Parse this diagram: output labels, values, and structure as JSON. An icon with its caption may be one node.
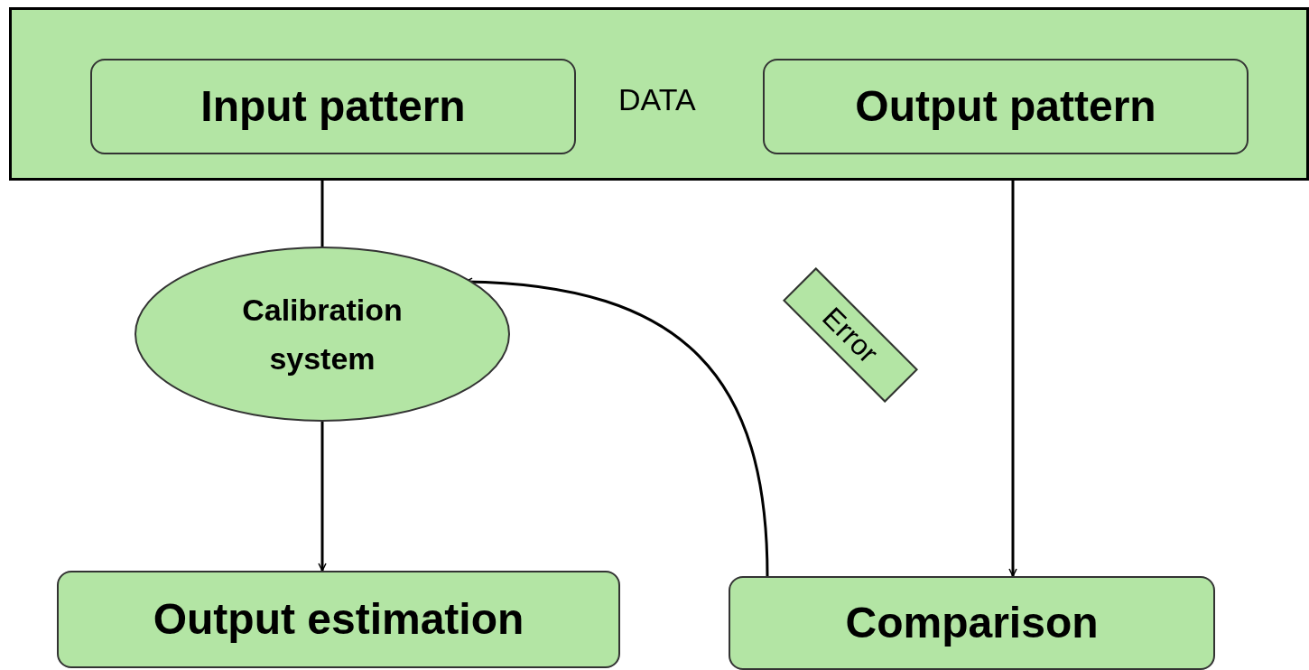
{
  "diagram": {
    "nodes": [
      {
        "text": [
          "DATA"
        ]
      },
      {
        "text": [
          "Input pattern"
        ],
        "in": 0
      },
      {
        "text": [
          "Output pattern"
        ],
        "in": 0
      },
      {
        "text": [
          "Calibration system"
        ]
      },
      {
        "text": [
          "Error"
        ]
      },
      {
        "text": [
          "Output estimation"
        ]
      },
      {
        "text": [
          "Comparison"
        ]
      }
    ],
    "edges": [
      {
        "from": 0,
        "to": 3,
        "arrow": "none"
      },
      {
        "from": 3,
        "to": 5,
        "arrow": "to"
      },
      {
        "from": 0,
        "to": 6,
        "arrow": "to"
      },
      {
        "from": 6,
        "to": 3,
        "arrow": "to"
      }
    ]
  }
}
